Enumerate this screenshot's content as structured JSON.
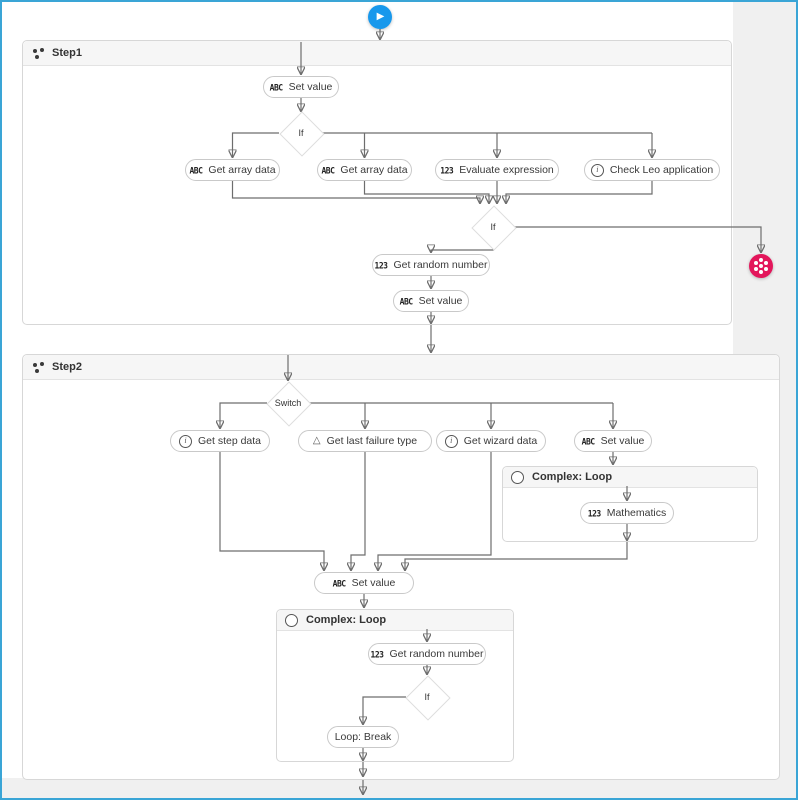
{
  "canvas": {
    "border_color": "#3aa5d6",
    "background": "#ffffff",
    "gutter_background": "#f0f0f0"
  },
  "glyphs": {
    "abc": "ABC",
    "num": "123",
    "info": "i",
    "warning": "△",
    "play": "▶"
  },
  "containers": [
    {
      "title": "Step1",
      "icon": "steps-dots-icon"
    },
    {
      "title": "Step2",
      "icon": "steps-dots-icon"
    },
    {
      "title": "Complex: Loop",
      "icon": "loop-circle-icon"
    },
    {
      "title": "Complex: Loop",
      "icon": "loop-circle-icon"
    }
  ],
  "gateways": [
    {
      "label": "If"
    },
    {
      "label": "If"
    },
    {
      "label": "Switch"
    },
    {
      "label": "If"
    }
  ],
  "nodes": [
    {
      "label": "Set value",
      "icon": "abc"
    },
    {
      "label": "Get array data",
      "icon": "abc"
    },
    {
      "label": "Get array data",
      "icon": "abc"
    },
    {
      "label": "Evaluate expression",
      "icon": "123"
    },
    {
      "label": "Check Leo application",
      "icon": "info"
    },
    {
      "label": "Get random number",
      "icon": "123"
    },
    {
      "label": "Set value",
      "icon": "abc"
    },
    {
      "label": "Get step data",
      "icon": "info"
    },
    {
      "label": "Get last failure type",
      "icon": "warning"
    },
    {
      "label": "Get wizard data",
      "icon": "info"
    },
    {
      "label": "Set value",
      "icon": "abc"
    },
    {
      "label": "Mathematics",
      "icon": "123"
    },
    {
      "label": "Set value",
      "icon": "abc"
    },
    {
      "label": "Get random number",
      "icon": "123"
    },
    {
      "label": "Loop: Break",
      "icon": null
    }
  ],
  "terminals": {
    "start_color": "#1898ec",
    "error_color": "#e3165b"
  }
}
